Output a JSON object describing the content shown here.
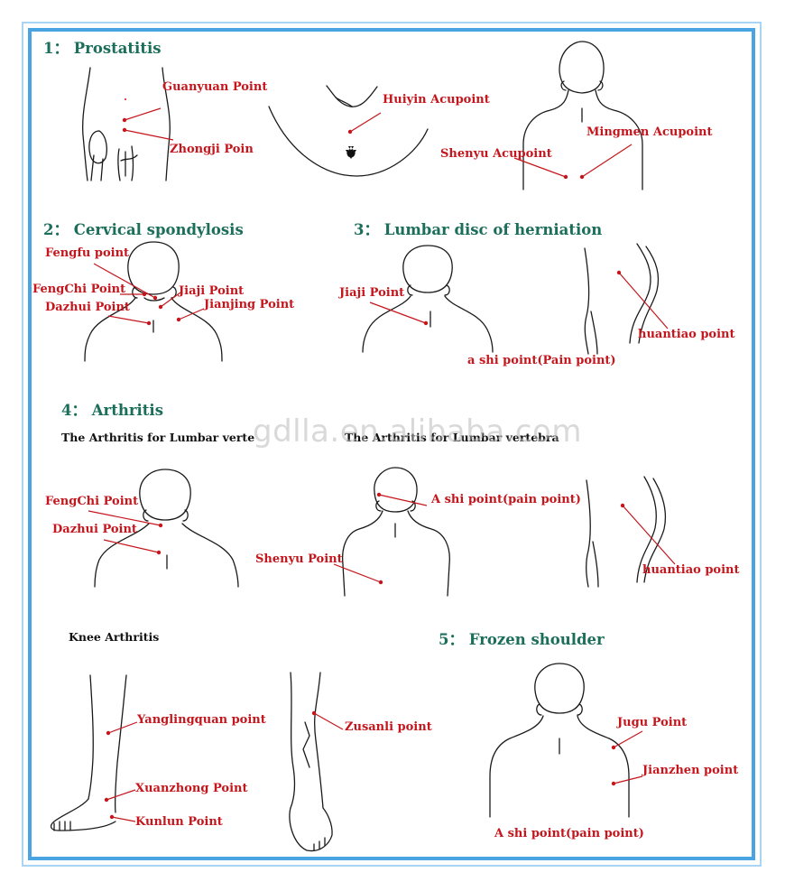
{
  "colors": {
    "border": "#4aa3e3",
    "heading": "#1b6e5a",
    "label": "#c4161c",
    "line": "#1a1a1a"
  },
  "sections": {
    "prostatitis": "1： Prostatitis",
    "cervical": "2： Cervical spondylosis",
    "lumbar": "3： Lumbar disc of herniation",
    "arthritis": "4： Arthritis",
    "frozen": "5： Frozen shoulder"
  },
  "subheadings": {
    "lumbar_left": "The Arthritis for Lumbar verte",
    "lumbar_right": "The Arthritis for Lumbar vertebra",
    "knee": "Knee Arthritis"
  },
  "points": {
    "guanyuan": "Guanyuan Point",
    "zhongji": "Zhongji Poin",
    "huiyin": "Huiyin Acupoint",
    "shenyu_acupoint": "Shenyu Acupoint",
    "mingmen": "Mingmen Acupoint",
    "fengfu": "Fengfu point",
    "fengchi_1": "FengChi Point",
    "dazhui_1": "Dazhui Point",
    "jiaji_1": "Jiaji Point",
    "jianjing": "Jianjing Point",
    "jiaji_2": "Jiaji Point",
    "ashi_1": "a shi point(Pain point)",
    "huantiao_1": "huantiao point",
    "fengchi_2": "FengChi Point",
    "dazhui_2": "Dazhui Point",
    "ashi_2": "A shi point(pain point)",
    "shenyu": "Shenyu Point",
    "huantiao_2": "huantiao point",
    "yanglingquan": "Yanglingquan point",
    "xuanzhong": "Xuanzhong Point",
    "kunlun": "Kunlun Point",
    "zusanli": "Zusanli point",
    "jugu": "Jugu Point",
    "jianzhen": "Jianzhen point",
    "ashi_3": "A shi point(pain point)"
  },
  "watermark": "gdlla.en.alibaba.com"
}
